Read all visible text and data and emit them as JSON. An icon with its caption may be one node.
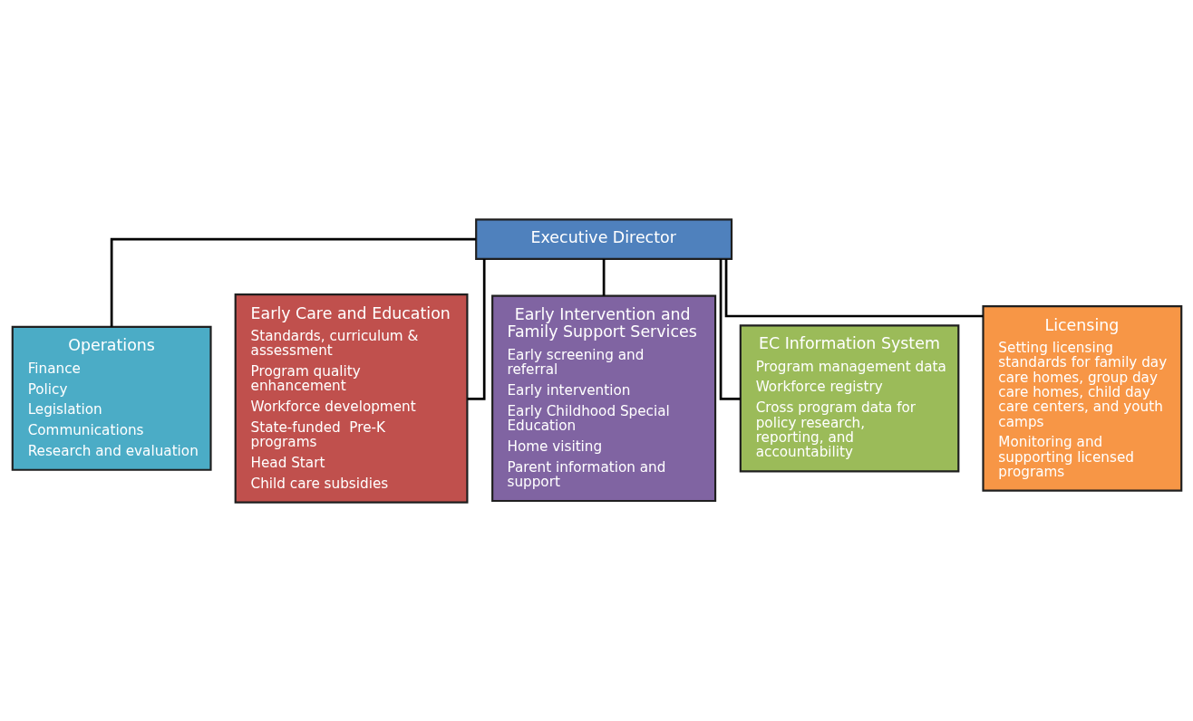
{
  "diagram": {
    "nodes": [
      {
        "text": [
          "Executive Director"
        ]
      },
      {
        "text": [
          "Operations",
          "Finance",
          "Policy",
          "Legislation",
          "Communications",
          "Research and evaluation"
        ]
      },
      {
        "text": [
          "Early Care and Education",
          "Standards, curriculum & assessment",
          "Program quality enhancement",
          "Workforce development",
          "State-funded  Pre-K programs",
          "Head Start",
          "Child care subsidies"
        ]
      },
      {
        "text": [
          "Early Intervention and Family Support Services",
          "Early screening and referral",
          "Early intervention",
          "Early Childhood Special Education",
          "Home visiting",
          "Parent information and support"
        ]
      },
      {
        "text": [
          "EC Information System",
          "Program management data",
          "Workforce registry",
          "Cross program data for policy research, reporting, and accountability"
        ]
      },
      {
        "text": [
          "Licensing",
          "Setting licensing standards for family day care homes, group day care homes, child day care centers, and youth camps",
          "Monitoring and supporting licensed programs"
        ]
      }
    ],
    "edges": [
      {
        "from": 0,
        "to": 1,
        "arrow": "none"
      },
      {
        "from": 0,
        "to": 2,
        "arrow": "none"
      },
      {
        "from": 0,
        "to": 3,
        "arrow": "none"
      },
      {
        "from": 0,
        "to": 4,
        "arrow": "none"
      },
      {
        "from": 0,
        "to": 5,
        "arrow": "none"
      }
    ]
  }
}
